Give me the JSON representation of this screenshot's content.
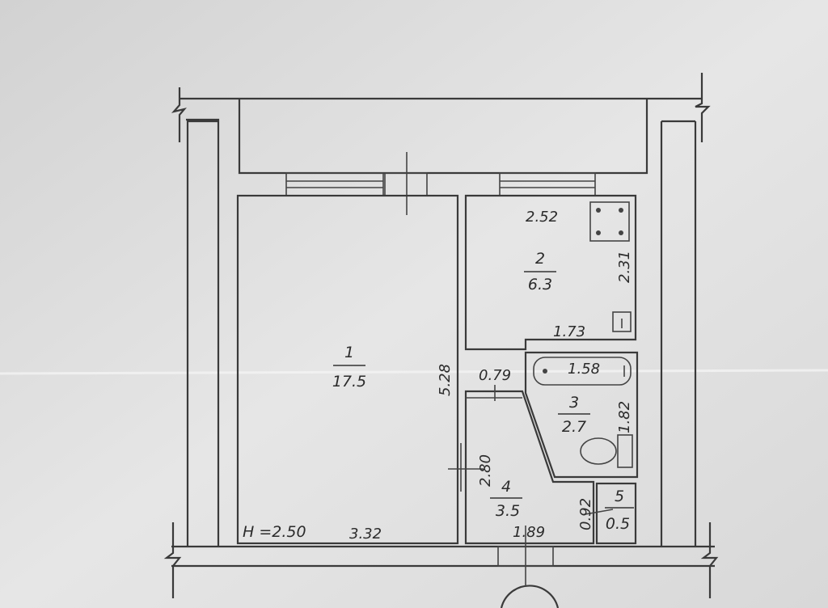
{
  "floor_plan": {
    "ceiling_height": "H =2.50",
    "rooms": [
      {
        "number": "1",
        "area": "17.5"
      },
      {
        "number": "2",
        "area": "6.3"
      },
      {
        "number": "3",
        "area": "2.7"
      },
      {
        "number": "4",
        "area": "3.5"
      },
      {
        "number": "5",
        "area": "0.5"
      }
    ],
    "dimensions": {
      "room1_length": "5.28",
      "room1_width": "3.32",
      "kitchen_width": "2.52",
      "kitchen_length": "2.31",
      "kitchen_partition": "1.73",
      "bath_width": "1.58",
      "bath_length": "1.82",
      "hall_opening": "0.79",
      "hall_length": "2.80",
      "hall_width": "1.89",
      "closet_length": "0.92"
    }
  }
}
